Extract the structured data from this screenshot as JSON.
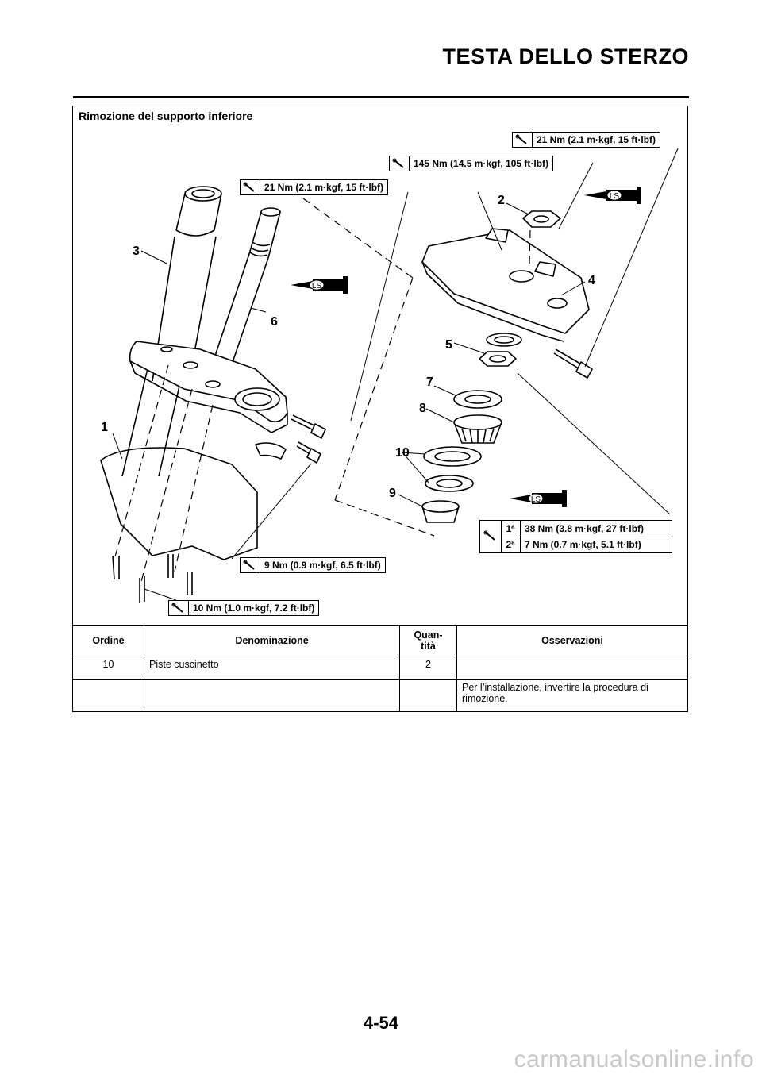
{
  "header": {
    "title": "TESTA DELLO STERZO"
  },
  "section": {
    "title": "Rimozione del supporto inferiore"
  },
  "torque_labels": {
    "t1": "21 Nm (2.1 m·kgf, 15 ft·lbf)",
    "t2": "145 Nm (14.5 m·kgf, 105 ft·lbf)",
    "t3": "21 Nm (2.1 m·kgf, 15 ft·lbf)",
    "t4": "9 Nm (0.9 m·kgf, 6.5 ft·lbf)",
    "t5": "10 Nm (1.0 m·kgf, 7.2 ft·lbf)",
    "t6_step1": "1ª",
    "t6_val1": "38 Nm (3.8 m·kgf, 27 ft·lbf)",
    "t6_step2": "2ª",
    "t6_val2": "7 Nm (0.7 m·kgf, 5.1 ft·lbf)"
  },
  "grease_label": "LS",
  "callouts": [
    "1",
    "2",
    "3",
    "4",
    "5",
    "6",
    "7",
    "8",
    "9",
    "10"
  ],
  "table": {
    "headers": {
      "order": "Ordine",
      "name": "Denominazione",
      "qty_line1": "Quan-",
      "qty_line2": "tità",
      "notes": "Osservazioni"
    },
    "rows": [
      {
        "order": "10",
        "name": "Piste cuscinetto",
        "qty": "2",
        "notes": ""
      },
      {
        "order": "",
        "name": "",
        "qty": "",
        "notes": "Per l’installazione, invertire la procedura di rimozione."
      }
    ]
  },
  "footer": {
    "page_number": "4-54",
    "watermark": "carmanualsonline.info"
  }
}
